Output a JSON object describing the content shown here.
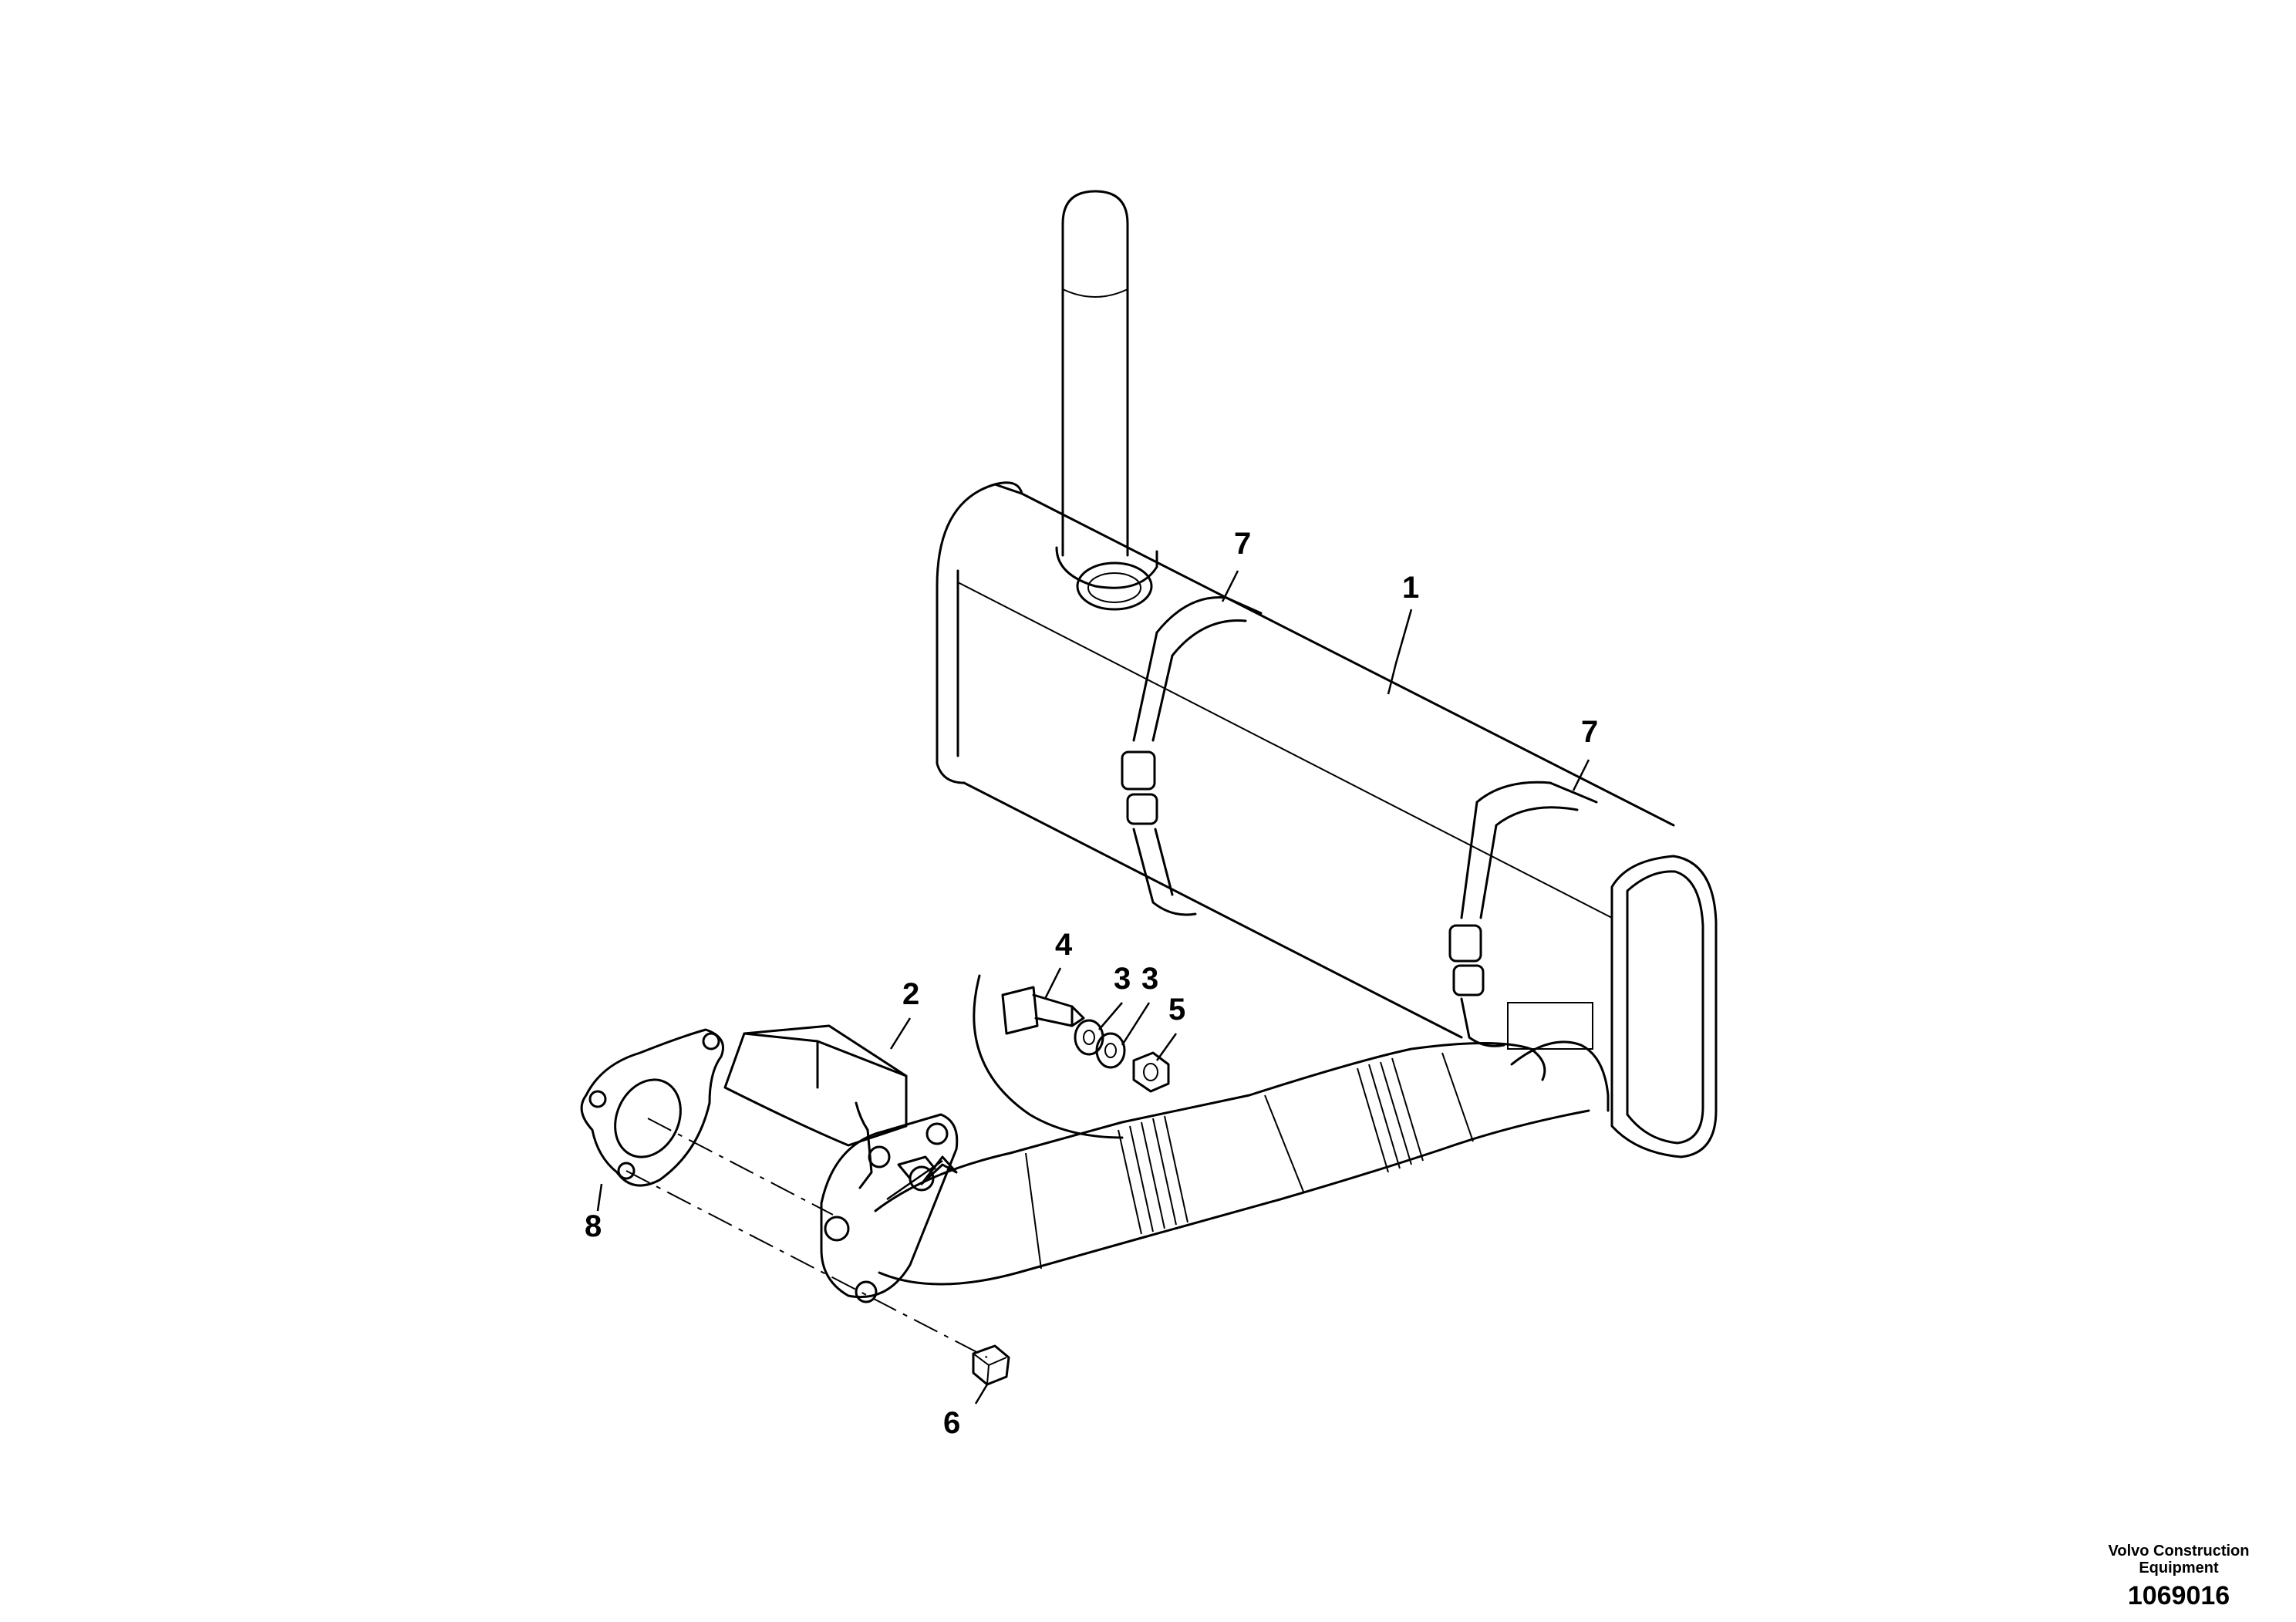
{
  "callouts": {
    "c1": "1",
    "c2": "2",
    "c3a": "3",
    "c3b": "3",
    "c4": "4",
    "c5": "5",
    "c6": "6",
    "c7a": "7",
    "c7b": "7",
    "c8": "8"
  },
  "footer": {
    "company_line1": "Volvo Construction",
    "company_line2": "Equipment",
    "drawing_number": "1069016"
  }
}
